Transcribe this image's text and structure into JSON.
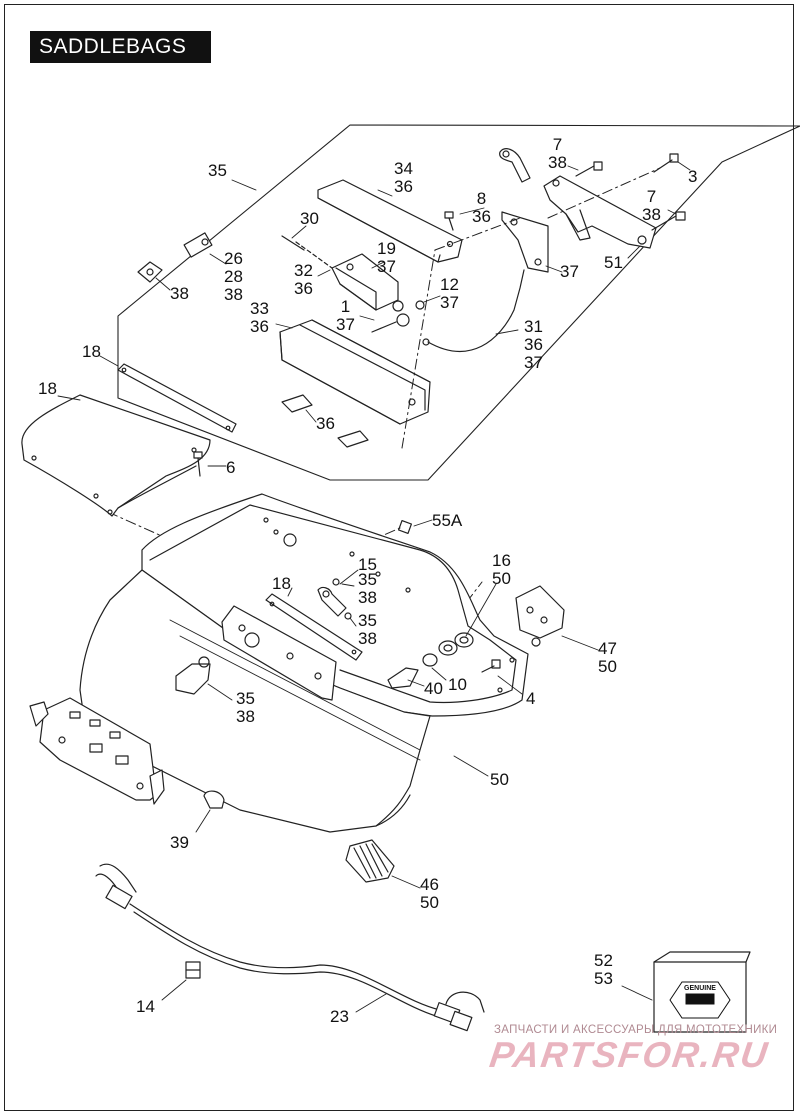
{
  "title": "SADDLEBAGS",
  "callouts": [
    {
      "id": "c35a",
      "lines": [
        "35"
      ]
    },
    {
      "id": "c34",
      "lines": [
        "34",
        "36"
      ]
    },
    {
      "id": "c7a",
      "lines": [
        "7",
        "38"
      ]
    },
    {
      "id": "c3",
      "lines": [
        "3"
      ]
    },
    {
      "id": "c8",
      "lines": [
        "8",
        "36"
      ]
    },
    {
      "id": "c7b",
      "lines": [
        "7",
        "38"
      ]
    },
    {
      "id": "c30",
      "lines": [
        "30"
      ]
    },
    {
      "id": "c19",
      "lines": [
        "19",
        "37"
      ]
    },
    {
      "id": "c51",
      "lines": [
        "51"
      ]
    },
    {
      "id": "c37a",
      "lines": [
        "37"
      ]
    },
    {
      "id": "c26",
      "lines": [
        "26",
        "28",
        "38"
      ]
    },
    {
      "id": "c32",
      "lines": [
        "32",
        "36"
      ]
    },
    {
      "id": "c12",
      "lines": [
        "12",
        "37"
      ]
    },
    {
      "id": "c38a",
      "lines": [
        "38"
      ]
    },
    {
      "id": "c1",
      "lines": [
        "1",
        "37"
      ]
    },
    {
      "id": "c33",
      "lines": [
        "33",
        "36"
      ]
    },
    {
      "id": "c31",
      "lines": [
        "31",
        "36",
        "37"
      ]
    },
    {
      "id": "c18a",
      "lines": [
        "18"
      ]
    },
    {
      "id": "c18b",
      "lines": [
        "18"
      ]
    },
    {
      "id": "c36",
      "lines": [
        "36"
      ]
    },
    {
      "id": "c6",
      "lines": [
        "6"
      ]
    },
    {
      "id": "c55a",
      "lines": [
        "55A"
      ]
    },
    {
      "id": "c15",
      "lines": [
        "15"
      ]
    },
    {
      "id": "c16",
      "lines": [
        "16",
        "50"
      ]
    },
    {
      "id": "c18c",
      "lines": [
        "18"
      ]
    },
    {
      "id": "c35b",
      "lines": [
        "35",
        "38"
      ]
    },
    {
      "id": "c35c",
      "lines": [
        "35",
        "38"
      ]
    },
    {
      "id": "c47",
      "lines": [
        "47",
        "50"
      ]
    },
    {
      "id": "c40",
      "lines": [
        "40"
      ]
    },
    {
      "id": "c10",
      "lines": [
        "10"
      ]
    },
    {
      "id": "c4",
      "lines": [
        "4"
      ]
    },
    {
      "id": "c35d",
      "lines": [
        "35",
        "38"
      ]
    },
    {
      "id": "c50",
      "lines": [
        "50"
      ]
    },
    {
      "id": "c39",
      "lines": [
        "39"
      ]
    },
    {
      "id": "c46",
      "lines": [
        "46",
        "50"
      ]
    },
    {
      "id": "c52",
      "lines": [
        "52",
        "53"
      ]
    },
    {
      "id": "c14",
      "lines": [
        "14"
      ]
    },
    {
      "id": "c23",
      "lines": [
        "23"
      ]
    }
  ],
  "logo_text": "GENUINE",
  "watermark": {
    "top": "ЗАПЧАСТИ И АКСЕССУАРЫ ДЛЯ МОТОТЕХНИКИ",
    "main": "PARTSFOR.RU"
  }
}
